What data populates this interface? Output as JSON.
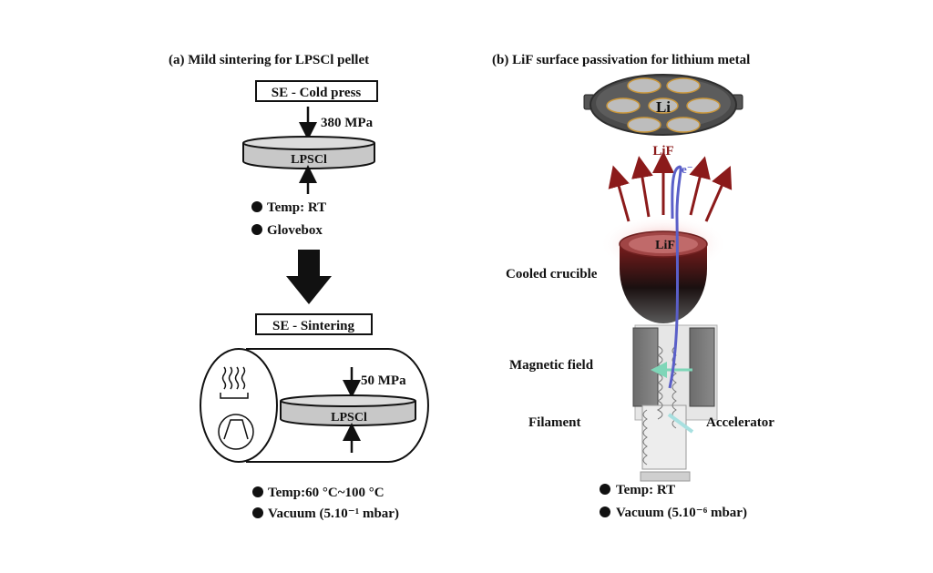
{
  "panel_a": {
    "title": "(a) Mild sintering for LPSCl pellet",
    "step1": {
      "label": "SE - Cold press",
      "pressure": "380 MPa",
      "pellet": "LPSCl",
      "conditions": [
        "Temp: RT",
        "Glovebox"
      ]
    },
    "step2": {
      "label": "SE - Sintering",
      "pressure": "50 MPa",
      "pellet": "LPSCl",
      "conditions": [
        "Temp:60 °C~100 °C",
        "Vacuum (5.10⁻¹ mbar)"
      ]
    }
  },
  "panel_b": {
    "title": "(b) LiF surface passivation for lithium metal",
    "substrate_label": "Li",
    "vapor_label": "LiF",
    "electron_label": "e⁻",
    "crucible_content": "LiF",
    "labels": {
      "crucible": "Cooled crucible",
      "magnetic": "Magnetic field",
      "filament": "Filament",
      "accelerator": "Accelerator"
    },
    "conditions": [
      "Temp: RT",
      "Vacuum (5.10⁻⁶ mbar)"
    ]
  },
  "colors": {
    "lif_red": "#8b1a1a",
    "electron_blue": "#5a5fc8",
    "pellet_gray": "#c8c8c8",
    "magnet_field_green": "#7fd6b8"
  }
}
